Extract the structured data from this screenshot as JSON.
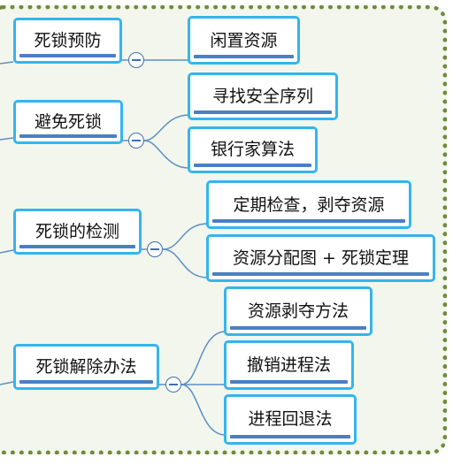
{
  "mindmap": {
    "groups": [
      {
        "label": "死锁预防",
        "children": [
          "闲置资源"
        ]
      },
      {
        "label": "避免死锁",
        "children": [
          "寻找安全序列",
          "银行家算法"
        ]
      },
      {
        "label": "死锁的检测",
        "children": [
          "定期检查，剥夺资源",
          "资源分配图 + 死锁定理"
        ]
      },
      {
        "label": "死锁解除办法",
        "children": [
          "资源剥夺方法",
          "撤销进程法",
          "进程回退法"
        ]
      }
    ]
  },
  "colors": {
    "frame_border": "#6e8b3d",
    "frame_fill": "#f3f6ec",
    "node_border": "#33b5ee",
    "node_bar": "#4a7fc4",
    "link": "#5b8fc7"
  }
}
